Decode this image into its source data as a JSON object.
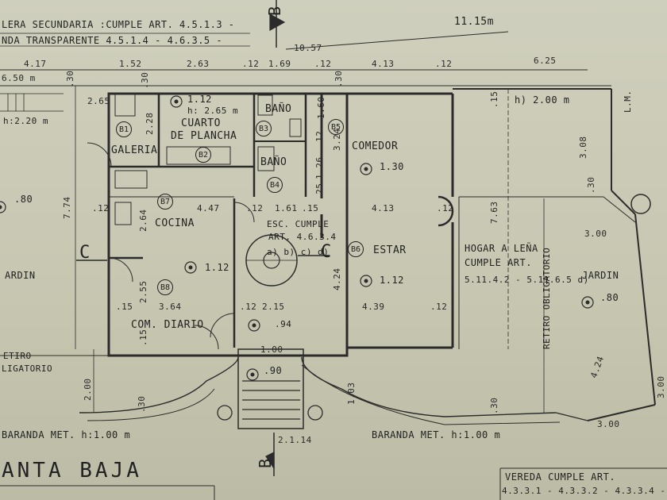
{
  "notes": {
    "top_line1": "LERA SECUNDARIA :CUMPLE ART. 4.5.1.3 -",
    "top_line2": "NDA TRANSPARENTE  4.5.1.4 - 4.6.3.5 -",
    "total_width": "11.15m"
  },
  "top_dims": {
    "d457": "10.57",
    "d417": "4.17",
    "d650": "6.50 m",
    "d152": "1.52",
    "d263": "2.63",
    "d12a": ".12",
    "d169": "1.69",
    "d12b": ".12",
    "d413": "4.13",
    "d12c": ".12",
    "d625": "6.25"
  },
  "rooms": {
    "b1": {
      "tag": "B1",
      "name": "GALERIA"
    },
    "b2": {
      "tag": "B2",
      "name1": "CUARTO",
      "name2": "DE PLANCHA"
    },
    "b3": {
      "tag": "B3",
      "name": "BAÑO"
    },
    "b4": {
      "tag": "B4",
      "name": "BAÑO"
    },
    "b5": {
      "tag": "B5",
      "name": "COMEDOR"
    },
    "b6": {
      "tag": "B6",
      "name": "ESTAR"
    },
    "b7": {
      "tag": "B7",
      "name": "COCINA"
    },
    "b8": {
      "tag": "B8",
      "name": "COM. DIARIO"
    }
  },
  "labels": {
    "esc1": "ESC. CUMPLE",
    "esc2": "ART. 4.6.3.4",
    "esc3": "a) b) c) d)",
    "hogar1": "HOGAR A LEÑA",
    "hogar2": "CUMPLE ART.",
    "hogar3": "5.11.4.2 - 5.11.6.5 d)",
    "jardin_left": "ARDIN",
    "jardin_right": "JARDIN",
    "retiro_left1": "ETIRO",
    "retiro_left2": "LIGATORIO",
    "retiro_right": "RETIRO OBLIGATORIO",
    "baranda_left": "BARANDA MET. h:1.00 m",
    "baranda_right": "BARANDA MET. h:1.00 m",
    "title": "ANTA BAJA",
    "vereda1": "VEREDA CUMPLE ART.",
    "vereda2": "4.3.3.1 - 4.3.3.2 - 4.3.3.4 -",
    "lm": "L.M.",
    "section_c_left": "C",
    "section_c_right": "C",
    "section_b_top": "B",
    "section_b_bottom": "B"
  },
  "levels": {
    "b2": "1.12",
    "b2h": "h: 2.65 m",
    "b5": "1.30",
    "b6": "1.12",
    "b8": "1.12",
    "entry1": ".94",
    "entry2": ".90",
    "jardin_left": ".80",
    "jardin_right": ".80",
    "galeria_h": "h:2.20 m",
    "retiro_h": "h) 2.00 m"
  },
  "dims": {
    "d265": "2.65",
    "d228": "2.28",
    "d160": "1.60",
    "d324": "3.24",
    "d126": "1.26",
    "d12v": ".12",
    "d25": ".25",
    "d447": "4.47",
    "d12l": ".12",
    "d12m": ".12",
    "d161": "1.61",
    "d15": ".15",
    "d413b": "4.13",
    "d12r": ".12",
    "d774": "7.74",
    "d264": "2.64",
    "d255": "2.55",
    "d364": "3.64",
    "d15b": ".15",
    "d15c": ".15",
    "d12d": ".12",
    "d215": "2.15",
    "d424": "4.24",
    "d439": "4.39",
    "d12e": ".12",
    "d100": "1.00",
    "d763": "7.63",
    "d308": "3.08",
    "d300": "3.00",
    "d424b": "4.24",
    "d300b": "3.00",
    "d300c": "3.00",
    "d200": "2.00",
    "d30a": ".30",
    "d30b": ".30",
    "d30c": ".30",
    "d103": "1.03",
    "d2114": "2.1.14",
    "d30d": ".30",
    "d30e": ".30",
    "d30f": ".30",
    "d15d": ".15"
  }
}
